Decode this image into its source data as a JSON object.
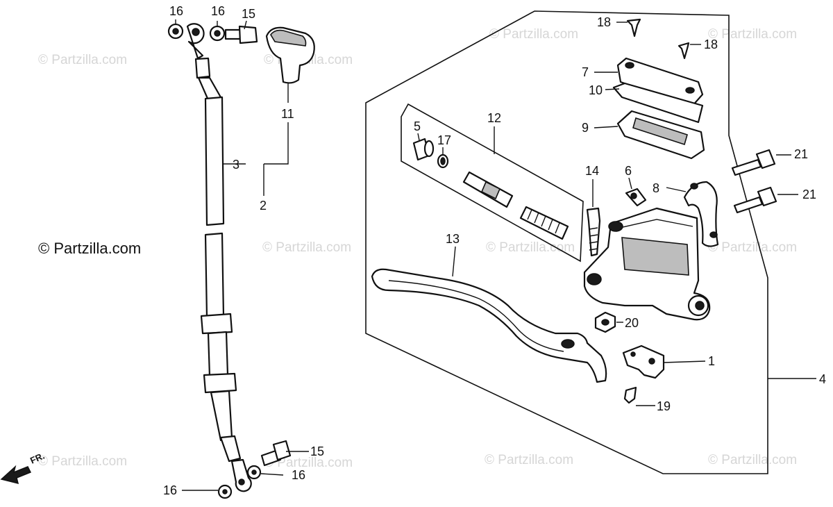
{
  "copyright_label": "© Partzilla.com",
  "watermark_text": "© Partzilla.com",
  "direction_label": "FR.",
  "callouts": {
    "c1": "1",
    "c2": "2",
    "c3": "3",
    "c4": "4",
    "c5": "5",
    "c6": "6",
    "c7": "7",
    "c8": "8",
    "c9": "9",
    "c10": "10",
    "c11": "11",
    "c12": "12",
    "c13": "13",
    "c14": "14",
    "c15a": "15",
    "c15b": "15",
    "c16a": "16",
    "c16b": "16",
    "c16c": "16",
    "c16d": "16",
    "c17": "17",
    "c18a": "18",
    "c18b": "18",
    "c19": "19",
    "c20": "20",
    "c21a": "21",
    "c21b": "21"
  },
  "colors": {
    "ink": "#111111",
    "watermark": "#d6d6d6",
    "background": "#ffffff"
  }
}
